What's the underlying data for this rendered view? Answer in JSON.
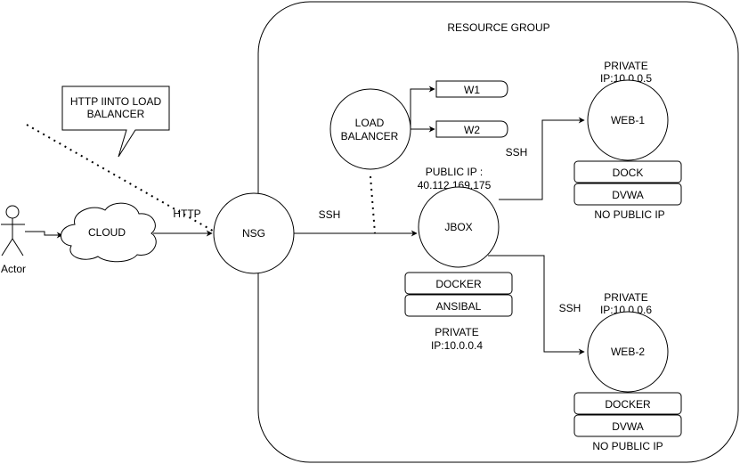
{
  "resource_group": {
    "label": "RESOURCE GROUP"
  },
  "actor": {
    "label": "Actor"
  },
  "cloud": {
    "label": "CLOUD"
  },
  "callout": {
    "line1": "HTTP IINTO LOAD",
    "line2": "BALANCER"
  },
  "nsg": {
    "label": "NSG"
  },
  "load_balancer": {
    "line1": "LOAD",
    "line2": "BALANCER"
  },
  "w1": {
    "label": "W1"
  },
  "w2": {
    "label": "W2"
  },
  "jbox": {
    "label": "JBOX",
    "public_ip_line1": "PUBLIC IP :",
    "public_ip_line2": "40.112.169.175",
    "software": [
      "DOCKER",
      "ANSIBAL"
    ],
    "private_line1": "PRIVATE",
    "private_line2": "IP:10.0.0.4"
  },
  "web1": {
    "label": "WEB-1",
    "private_line1": "PRIVATE",
    "private_line2": "IP:10.0.0.5",
    "software": [
      "DOCK",
      "DVWA"
    ],
    "no_public_ip": "NO PUBLIC IP"
  },
  "web2": {
    "label": "WEB-2",
    "private_line1": "PRIVATE",
    "private_line2": "IP:10.0.0.6",
    "software": [
      "DOCKER",
      "DVWA"
    ],
    "no_public_ip": "NO PUBLIC IP"
  },
  "edges": {
    "http": "HTTP",
    "ssh_nsg_jbox": "SSH",
    "ssh_web1": "SSH",
    "ssh_web2": "SSH"
  }
}
